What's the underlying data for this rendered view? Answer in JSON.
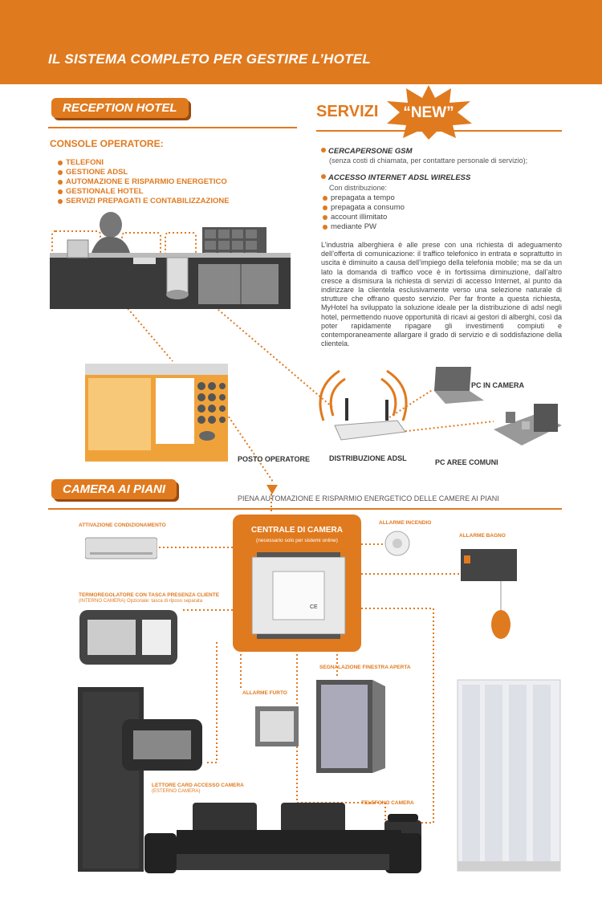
{
  "header": {
    "title": "IL SISTEMA COMPLETO PER GESTIRE L’HOTEL"
  },
  "reception": {
    "label": "RECEPTION HOTEL",
    "console_title": "CONSOLE OPERATORE:",
    "items": [
      "TELEFONI",
      "GESTIONE ADSL",
      "AUTOMAZIONE E RISPARMIO ENERGETICO",
      "GESTIONALE HOTEL",
      "SERVIZI PREPAGATI E CONTABILIZZAZIONE"
    ]
  },
  "servizi": {
    "label": "SERVIZI",
    "new_label": "“NEW”",
    "gsm_title": "CERCAPERSONE GSM",
    "gsm_sub": "(senza costi di chiamata, per contattare personale di servizio);",
    "adsl_title": "ACCESSO INTERNET ADSL WIRELESS",
    "adsl_sub": "Con distribuzione:",
    "adsl_items": [
      "prepagata a tempo",
      "prepagata a consumo",
      "account illimitato",
      "mediante PW"
    ],
    "paragraph": "L’industria alberghiera è alle prese con una richiesta di adeguamento dell’offerta di comunicazione: il traffico telefonico in entrata e soprattutto in uscita è diminuito a causa dell’impiego della telefonia mobile; ma se da un lato la domanda di traffico voce è in fortissima diminuzione, dall’altro cresce a dismisura la richiesta di servizi di accesso Internet, al punto da indirizzare la clientela esclusivamente verso una selezione naturale di strutture che offrano questo servizio. Per far fronte a questa richiesta, MyHotel ha sviluppato la soluzione ideale per la distribuzione di adsl negli hotel, permettendo nuove opportunità di ricavi ai gestori di alberghi, così da poter rapidamente ripagare gli investimenti compiuti e contemporaneamente allargare il grado di servizio e di soddisfazione della clientela."
  },
  "network": {
    "pc_camera": "PC IN CAMERA",
    "posto_operatore": "POSTO OPERATORE",
    "distribuzione_adsl": "DISTRIBUZIONE ADSL",
    "pc_aree_comuni": "PC AREE COMUNI"
  },
  "camera": {
    "label": "CAMERA AI PIANI",
    "subtitle": "PIENA AUTOMAZIONE E RISPARMIO ENERGETICO DELLE CAMERE AI PIANI",
    "centrale_title": "CENTRALE DI CAMERA",
    "centrale_sub": "(necessario solo per sistemi online)",
    "attivazione": "ATTIVAZIONE CONDIZIONAMENTO",
    "allarme_incendio": "ALLARME INCENDIO",
    "allarme_bagno": "ALLARME BAGNO",
    "termo": "TERMOREGOLATORE CON TASCA PRESENZA CLIENTE",
    "termo_sub": "(INTERNO CAMERA) Opzionale: tasca di riposo separata",
    "segnalazione": "SEGNALAZIONE FINESTRA APERTA",
    "allarme_furto": "ALLARME FURTO",
    "lettore": "LETTORE CARD ACCESSO CAMERA",
    "lettore_sub": "(ESTERNO CAMERA)",
    "telefono": "TELEFONO CAMERA"
  },
  "colors": {
    "accent": "#e07a1f",
    "accent_dark": "#9a4a0e",
    "text": "#333333"
  }
}
